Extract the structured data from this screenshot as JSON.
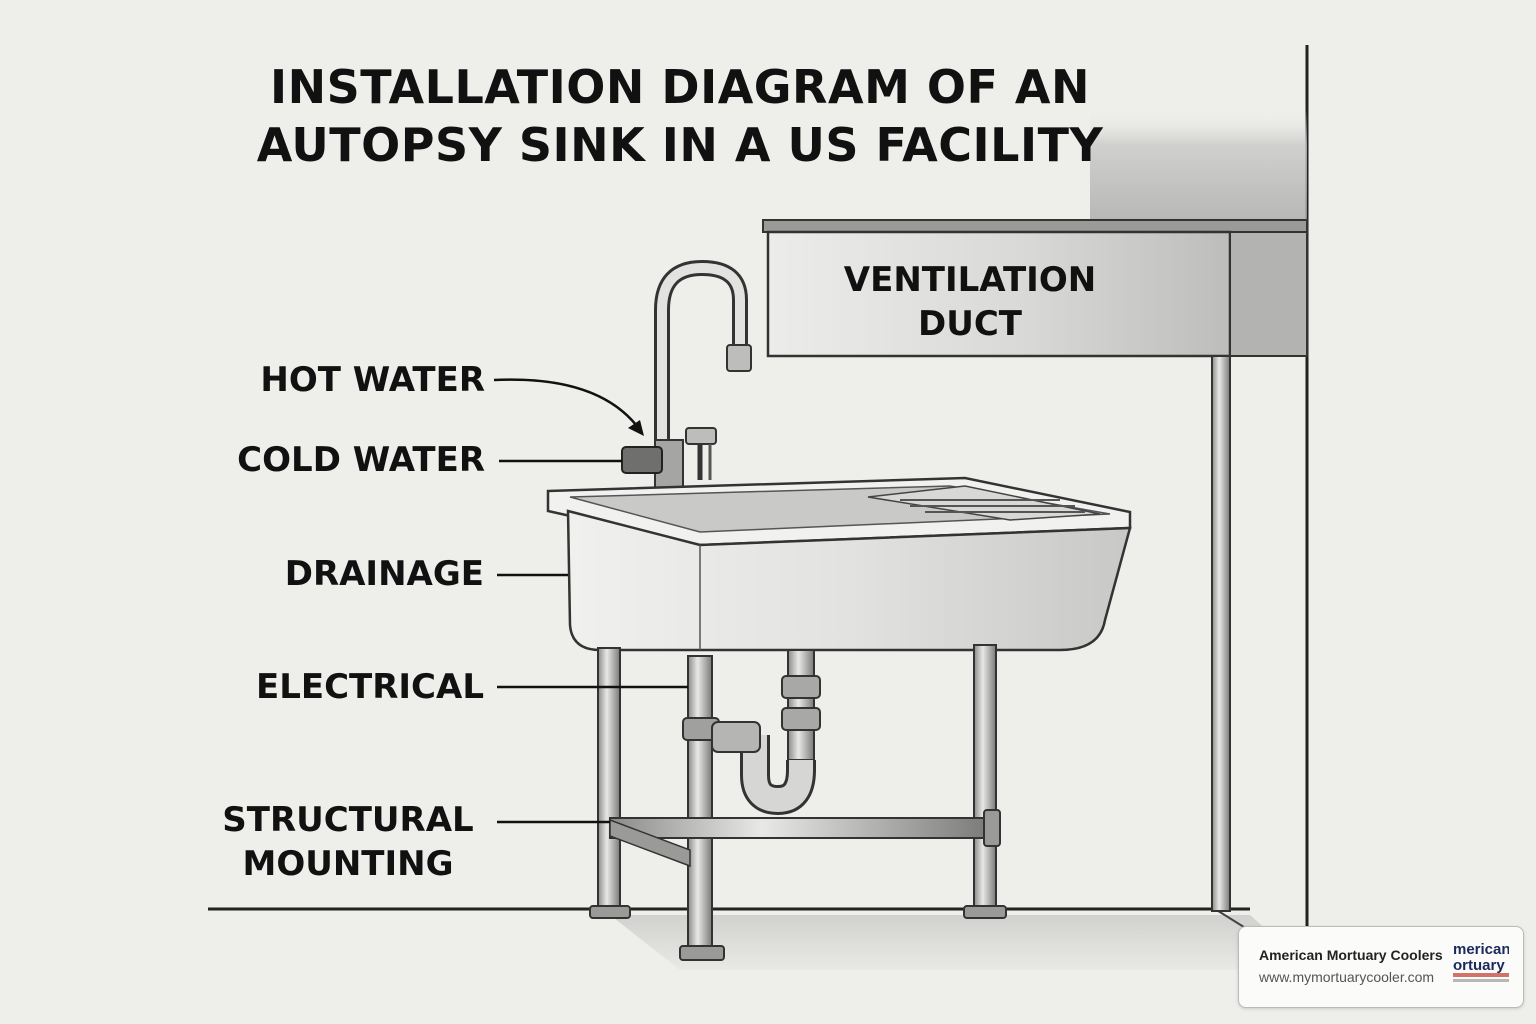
{
  "title": {
    "line1": "INSTALLATION DIAGRAM OF AN",
    "line2": "AUTOPSY SINK IN A US FACILITY"
  },
  "labels": {
    "ventilation_line1": "VENTILATION",
    "ventilation_line2": "DUCT",
    "hot_water": "HOT WATER",
    "cold_water": "COLD WATER",
    "drainage": "DRAINAGE",
    "electrical": "ELECTRICAL",
    "structural_line1": "STRUCTURAL",
    "structural_line2": "MOUNTING"
  },
  "brand": {
    "name": "American Mortuary Coolers",
    "url": "www.mymortuarycooler.com",
    "logo_line1": "merican",
    "logo_line2": "ortuary"
  },
  "colors": {
    "background": "#eeeeeb",
    "ink": "#111111",
    "steel_light": "#e4e4e2",
    "steel_dark": "#8c8c8a"
  }
}
